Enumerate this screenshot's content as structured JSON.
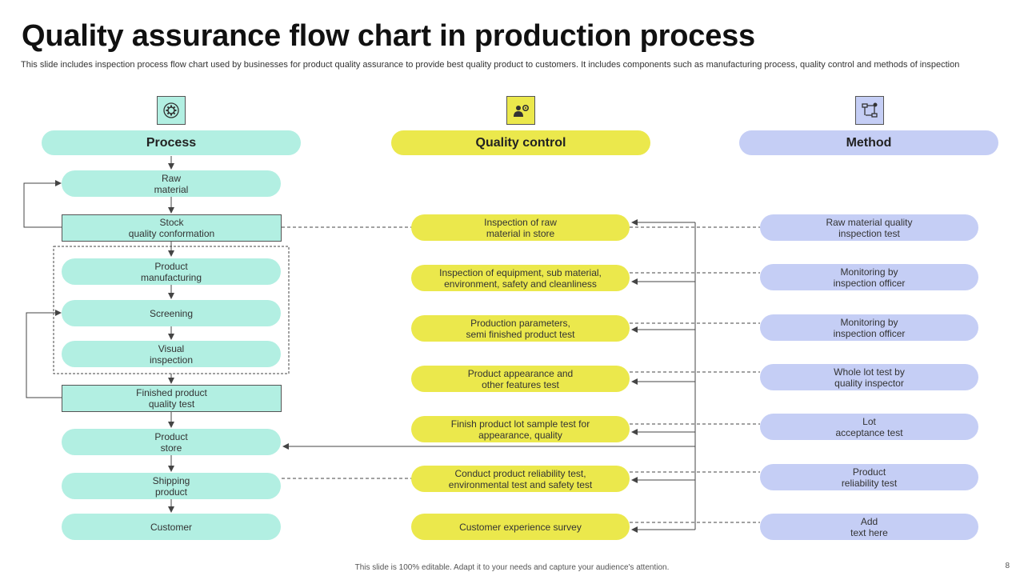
{
  "title": "Quality assurance flow chart in production process",
  "subtitle": "This slide includes inspection process flow chart used by businesses for product quality assurance to provide best quality product to customers. It includes components such as manufacturing process, quality control and methods of inspection",
  "columns": {
    "process": {
      "label": "Process",
      "icon": "gear-cycle-icon",
      "color": "#b2efe2"
    },
    "quality": {
      "label": "Quality control",
      "icon": "worker-gear-icon",
      "color": "#ebe84c"
    },
    "method": {
      "label": "Method",
      "icon": "flow-settings-icon",
      "color": "#c5cef5"
    }
  },
  "process": [
    "Raw\nmaterial",
    "Stock\nquality conformation",
    "Product\nmanufacturing",
    "Screening",
    "Visual\ninspection",
    "Finished product\nquality test",
    "Product\nstore",
    "Shipping\nproduct",
    "Customer"
  ],
  "quality": [
    "Inspection of raw\nmaterial in store",
    "Inspection of equipment, sub material,\nenvironment, safety and cleanliness",
    "Production parameters,\nsemi finished product test",
    "Product appearance and\nother features test",
    "Finish product lot sample test for\nappearance, quality",
    "Conduct product reliability test,\nenvironmental test and safety test",
    "Customer experience survey"
  ],
  "method": [
    "Raw material quality\ninspection test",
    "Monitoring by\ninspection officer",
    "Monitoring by\ninspection officer",
    "Whole lot test by\nquality inspector",
    "Lot\nacceptance test",
    "Product\nreliability test",
    "Add\ntext here"
  ],
  "footer": "This slide is 100% editable. Adapt it to your needs and capture your audience's attention.",
  "page_number": "8"
}
